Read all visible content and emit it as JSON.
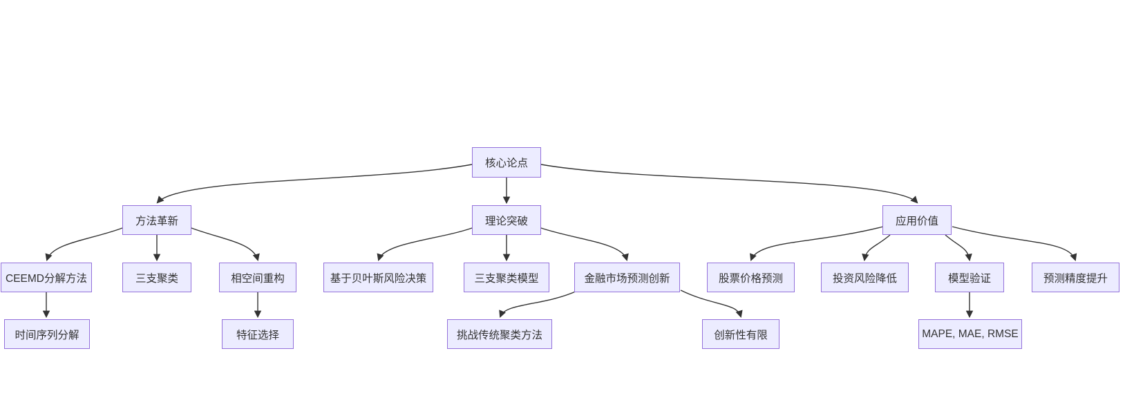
{
  "diagram": {
    "type": "flowchart-top-down",
    "background_color": "#ffffff",
    "node_fill_color": "#ECECFF",
    "node_border_color": "#9370DB",
    "node_text_color": "#333333",
    "edge_color": "#333333",
    "nodes": [
      {
        "id": "core-thesis",
        "label": "核心论点"
      },
      {
        "id": "method-innovation",
        "label": "方法革新"
      },
      {
        "id": "theory-breakthrough",
        "label": "理论突破"
      },
      {
        "id": "application-value",
        "label": "应用价值"
      },
      {
        "id": "ceemd-decomposition",
        "label": "CEEMD分解方法"
      },
      {
        "id": "three-way-clustering",
        "label": "三支聚类"
      },
      {
        "id": "phase-space-reconstruction",
        "label": "相空间重构"
      },
      {
        "id": "bayesian-risk-decision",
        "label": "基于贝叶斯风险决策"
      },
      {
        "id": "three-way-clustering-model",
        "label": "三支聚类模型"
      },
      {
        "id": "financial-market-forecast-innovation",
        "label": "金融市场预测创新"
      },
      {
        "id": "stock-price-prediction",
        "label": "股票价格预测"
      },
      {
        "id": "investment-risk-reduction",
        "label": "投资风险降低"
      },
      {
        "id": "model-validation",
        "label": "模型验证"
      },
      {
        "id": "forecast-accuracy-improvement",
        "label": "预测精度提升"
      },
      {
        "id": "time-series-decomposition",
        "label": "时间序列分解"
      },
      {
        "id": "feature-selection",
        "label": "特征选择"
      },
      {
        "id": "challenge-traditional-clustering",
        "label": "挑战传统聚类方法"
      },
      {
        "id": "limited-innovation",
        "label": "创新性有限"
      },
      {
        "id": "evaluation-metrics",
        "label": "MAPE, MAE, RMSE"
      }
    ],
    "edges": [
      {
        "from": "core-thesis",
        "to": "method-innovation"
      },
      {
        "from": "core-thesis",
        "to": "theory-breakthrough"
      },
      {
        "from": "core-thesis",
        "to": "application-value"
      },
      {
        "from": "method-innovation",
        "to": "ceemd-decomposition"
      },
      {
        "from": "method-innovation",
        "to": "three-way-clustering"
      },
      {
        "from": "method-innovation",
        "to": "phase-space-reconstruction"
      },
      {
        "from": "theory-breakthrough",
        "to": "bayesian-risk-decision"
      },
      {
        "from": "theory-breakthrough",
        "to": "three-way-clustering-model"
      },
      {
        "from": "theory-breakthrough",
        "to": "financial-market-forecast-innovation"
      },
      {
        "from": "application-value",
        "to": "stock-price-prediction"
      },
      {
        "from": "application-value",
        "to": "investment-risk-reduction"
      },
      {
        "from": "application-value",
        "to": "model-validation"
      },
      {
        "from": "application-value",
        "to": "forecast-accuracy-improvement"
      },
      {
        "from": "ceemd-decomposition",
        "to": "time-series-decomposition"
      },
      {
        "from": "phase-space-reconstruction",
        "to": "feature-selection"
      },
      {
        "from": "financial-market-forecast-innovation",
        "to": "challenge-traditional-clustering"
      },
      {
        "from": "financial-market-forecast-innovation",
        "to": "limited-innovation"
      },
      {
        "from": "model-validation",
        "to": "evaluation-metrics"
      }
    ]
  }
}
